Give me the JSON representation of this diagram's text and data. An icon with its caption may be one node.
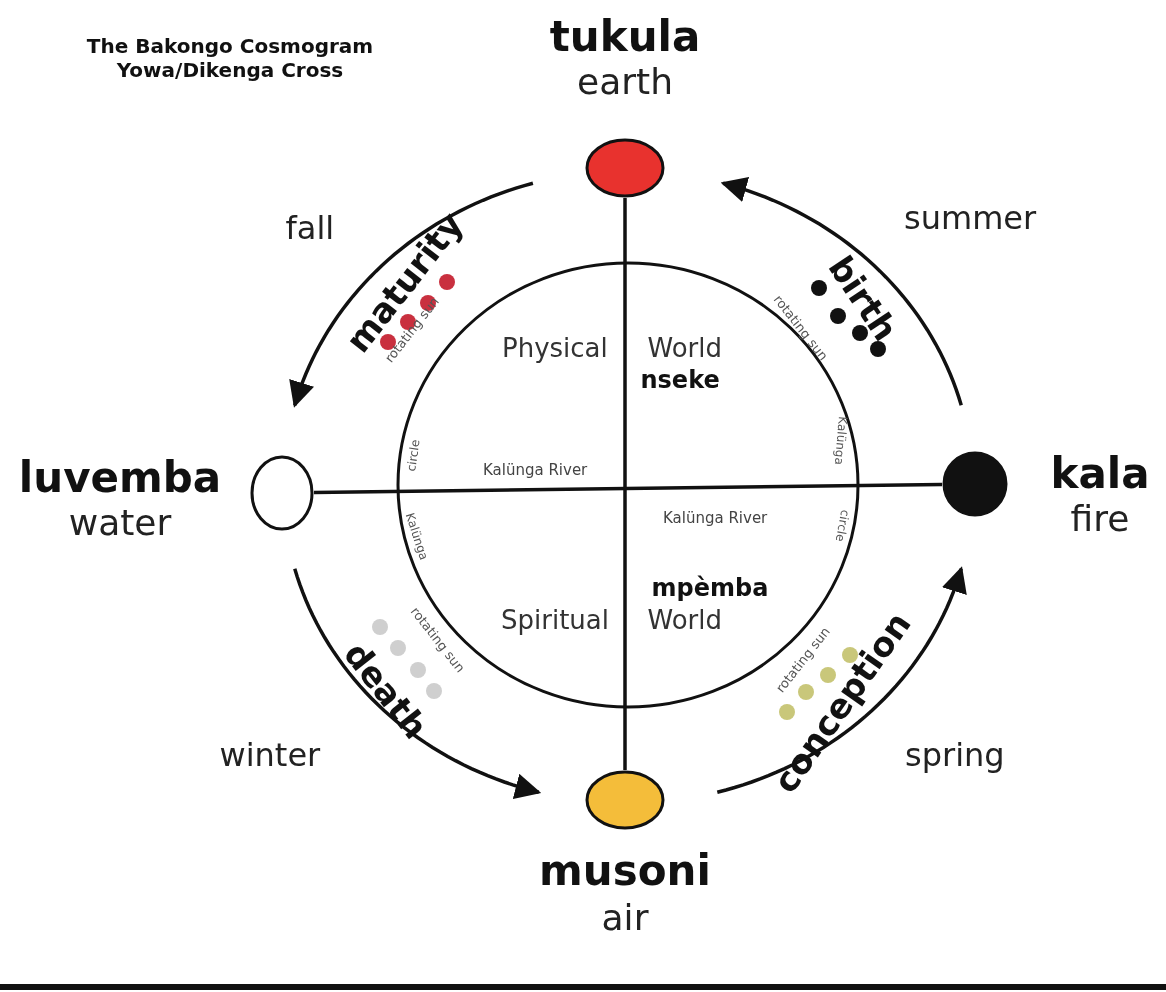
{
  "diagram": {
    "title": "The Bakongo Cosmogram Yowa/Dikenga Cross",
    "nodes": [
      {
        "text": [
          "tukula",
          "earth"
        ]
      },
      {
        "text": [
          "luvemba",
          "water"
        ]
      },
      {
        "text": [
          "kala",
          "fire"
        ]
      },
      {
        "text": [
          "musoni",
          "air"
        ]
      }
    ],
    "edges": [
      {
        "from": 0,
        "to": 1,
        "arrow": "to"
      },
      {
        "from": 1,
        "to": 3,
        "arrow": "to"
      },
      {
        "from": 3,
        "to": 2,
        "arrow": "to"
      },
      {
        "from": 2,
        "to": 0,
        "arrow": "to"
      },
      {
        "from": 0,
        "to": 3,
        "arrow": "none"
      },
      {
        "from": 1,
        "to": 2,
        "arrow": "none"
      }
    ],
    "labels": [
      "fall",
      "summer",
      "maturity",
      "rotating sun",
      "rotating sun",
      "birth",
      "Physical",
      "World",
      "nseke",
      "circle",
      "Kalünga",
      "Kalünga River",
      "Kalünga River",
      "Kalünga",
      "circle",
      "mpèmba",
      "Spiritual",
      "World",
      "rotating sun",
      "rotating sun",
      "death",
      "conception",
      "winter",
      "spring"
    ]
  }
}
